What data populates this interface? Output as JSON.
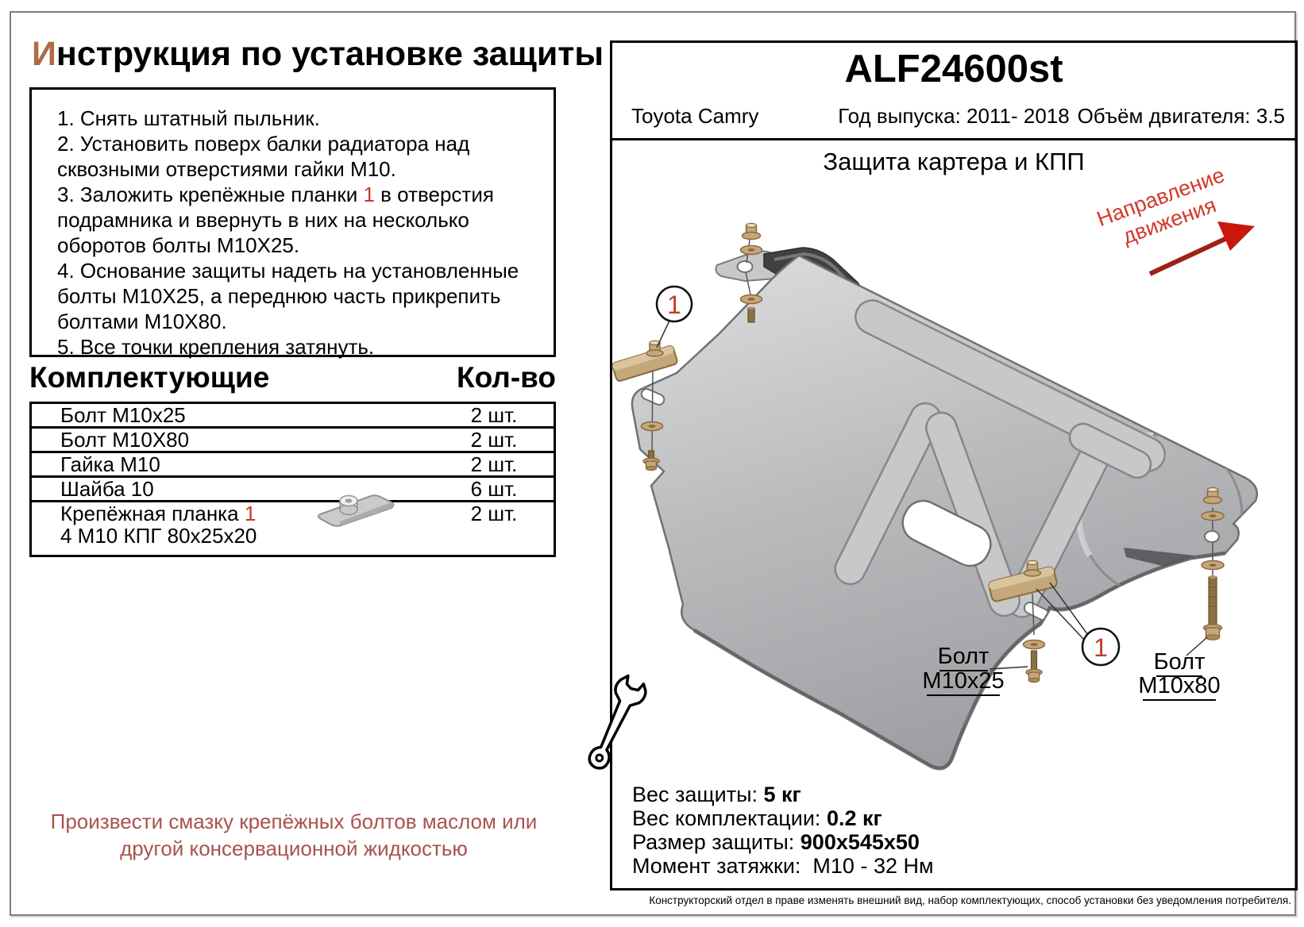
{
  "colors": {
    "accent_letter": "#ad6c48",
    "red": "#c23b2a",
    "note_text": "#a8524e",
    "direction_text": "#d2392c",
    "arrow_shaft": "#a02014",
    "arrow_head": "#c8170c",
    "plate_gray": "#b7b9bb",
    "brass": "#c4a77b"
  },
  "title": {
    "first_letter": "И",
    "rest": "нструкция по установке защиты"
  },
  "instructions": {
    "items": [
      {
        "parts": [
          {
            "t": "1. Снять штатный пыльник."
          }
        ]
      },
      {
        "parts": [
          {
            "t": "2. Установить поверх балки радиатора над сквозными отверстиями гайки М10."
          }
        ]
      },
      {
        "parts": [
          {
            "t": "3. Заложить крепёжные планки "
          },
          {
            "t": "1",
            "red": true
          },
          {
            "t": " в отверстия подрамника и ввернуть в них на несколько оборотов болты  М10Х25."
          }
        ]
      },
      {
        "parts": [
          {
            "t": "4. Основание защиты надеть на установленные болты М10Х25, а переднюю часть прикрепить болтами М10Х80."
          }
        ]
      },
      {
        "parts": [
          {
            "t": "5. Все точки крепления затянуть."
          }
        ]
      }
    ]
  },
  "components": {
    "heading": "Комплектующие",
    "qty_heading": "Кол-во",
    "rows": [
      {
        "name": "Болт М10х25",
        "qty": "2 шт."
      },
      {
        "name": "Болт М10Х80",
        "qty": "2 шт."
      },
      {
        "name": "Гайка М10",
        "qty": "2 шт."
      },
      {
        "name": "Шайба 10",
        "qty": "6 шт."
      },
      {
        "name": "Крепёжная планка ",
        "red_suffix": "1",
        "name2": "4 М10 КПГ 80х25х20",
        "qty": "2 шт.",
        "has_image": true
      }
    ]
  },
  "note": "Произвести смазку крепёжных болтов маслом или другой консервационной жидкостью",
  "panel": {
    "code": "ALF24600st",
    "model": "Toyota Camry",
    "year_label": "Год выпуска: 2011- 2018",
    "engine_label": "Объём двигателя: 3.5",
    "subtitle": "Защита картера и КПП"
  },
  "drawing": {
    "direction_line1": "Направление",
    "direction_line2": "движения",
    "callout_1_top": "1",
    "callout_1_bottom": "1",
    "bolt_small_label_line1": "Болт",
    "bolt_small_label_line2": "М10х25",
    "bolt_long_label_line1": "Болт",
    "bolt_long_label_line2": "М10х80"
  },
  "specs": {
    "rows": [
      {
        "label": "Вес защиты: ",
        "value": "5 кг",
        "bold": true
      },
      {
        "label": "Вес комплектации: ",
        "value": "0.2 кг",
        "bold": true
      },
      {
        "label": "Размер защиты: ",
        "value": "900х545х50",
        "bold": true
      },
      {
        "label": "Момент затяжки:  ",
        "value": "М10 - 32 Нм",
        "bold": false
      }
    ]
  },
  "footer": "Конструкторский отдел в праве изменять внешний вид, набор комплектующих, способ установки без уведомления потребителя."
}
